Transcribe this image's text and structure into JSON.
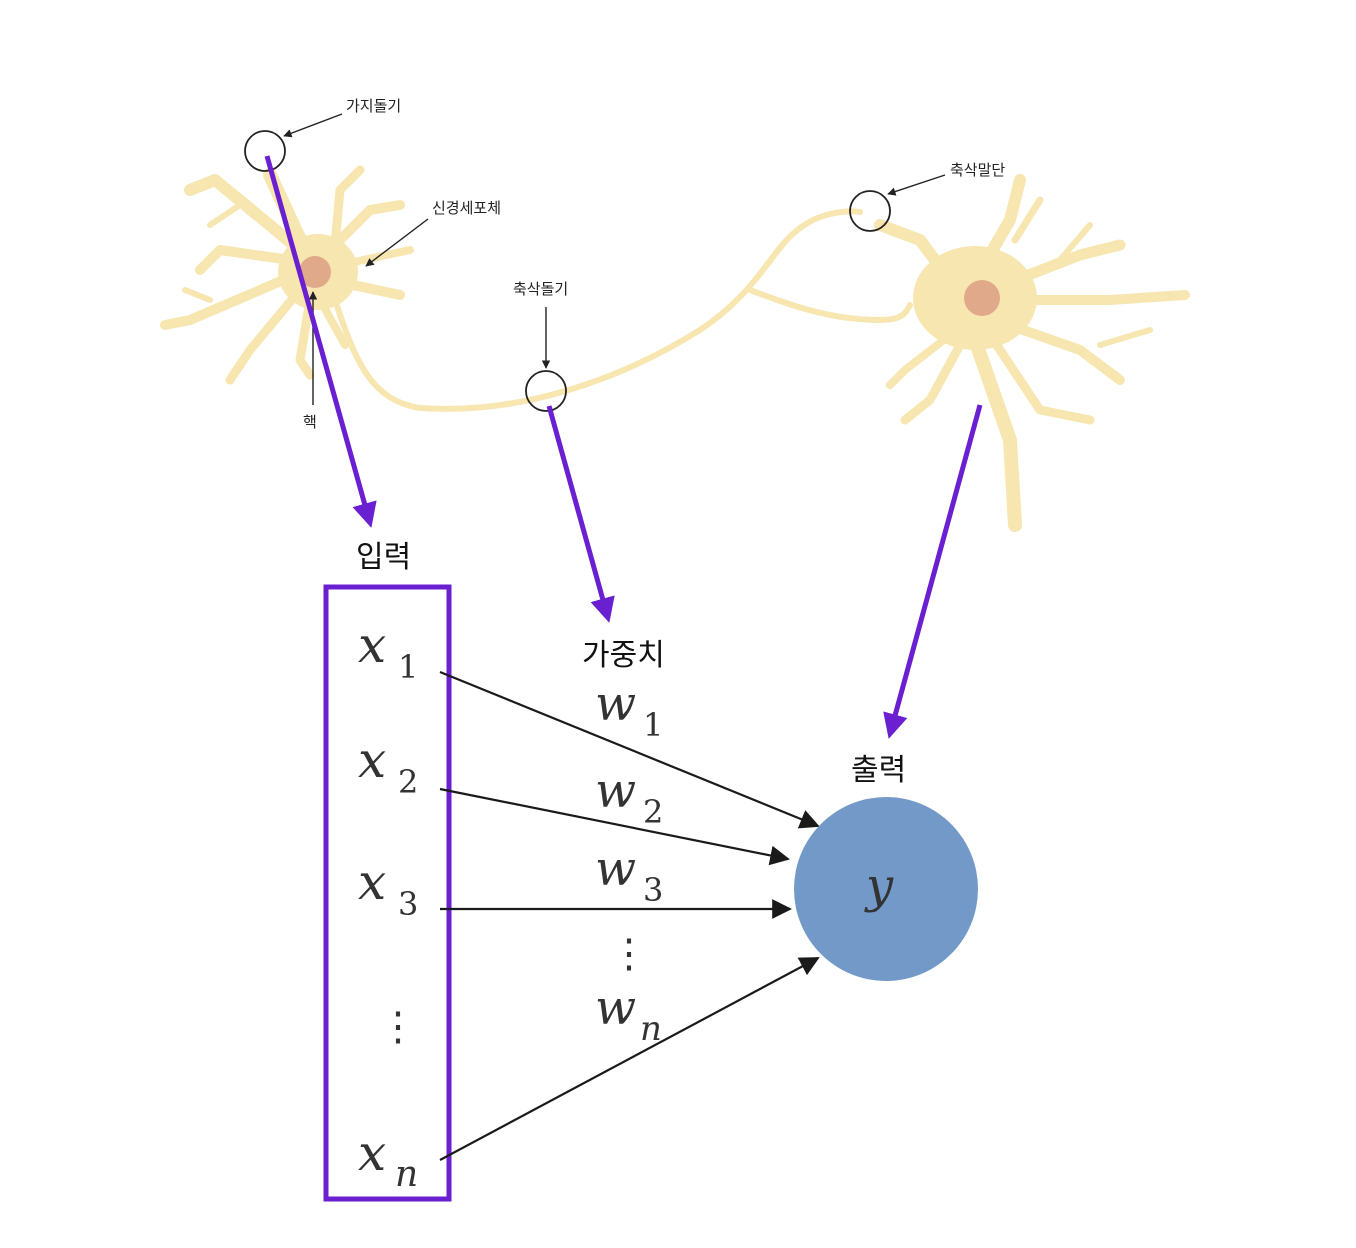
{
  "neuron_labels": {
    "dendrite": "가지돌기",
    "cell_body": "신경세포체",
    "nucleus": "핵",
    "axon": "축삭돌기",
    "axon_terminal": "축삭말단"
  },
  "diagram_labels": {
    "input": "입력",
    "weight": "가중치",
    "output": "출력"
  },
  "inputs": [
    {
      "symbol": "x",
      "sub": "1"
    },
    {
      "symbol": "x",
      "sub": "2"
    },
    {
      "symbol": "x",
      "sub": "3"
    },
    {
      "symbol": "⋮",
      "sub": ""
    },
    {
      "symbol": "x",
      "sub": "n"
    }
  ],
  "weights": [
    {
      "symbol": "w",
      "sub": "1"
    },
    {
      "symbol": "w",
      "sub": "2"
    },
    {
      "symbol": "w",
      "sub": "3"
    },
    {
      "symbol": "⋮",
      "sub": ""
    },
    {
      "symbol": "w",
      "sub": "n"
    }
  ],
  "output_node": {
    "symbol": "y"
  },
  "colors": {
    "neuron_fill": "#f8e6b0",
    "nucleus": "#e0a98a",
    "accent_purple": "#6a1fd0",
    "output_node": "#7399c9",
    "arrow": "#1a1a1a"
  }
}
